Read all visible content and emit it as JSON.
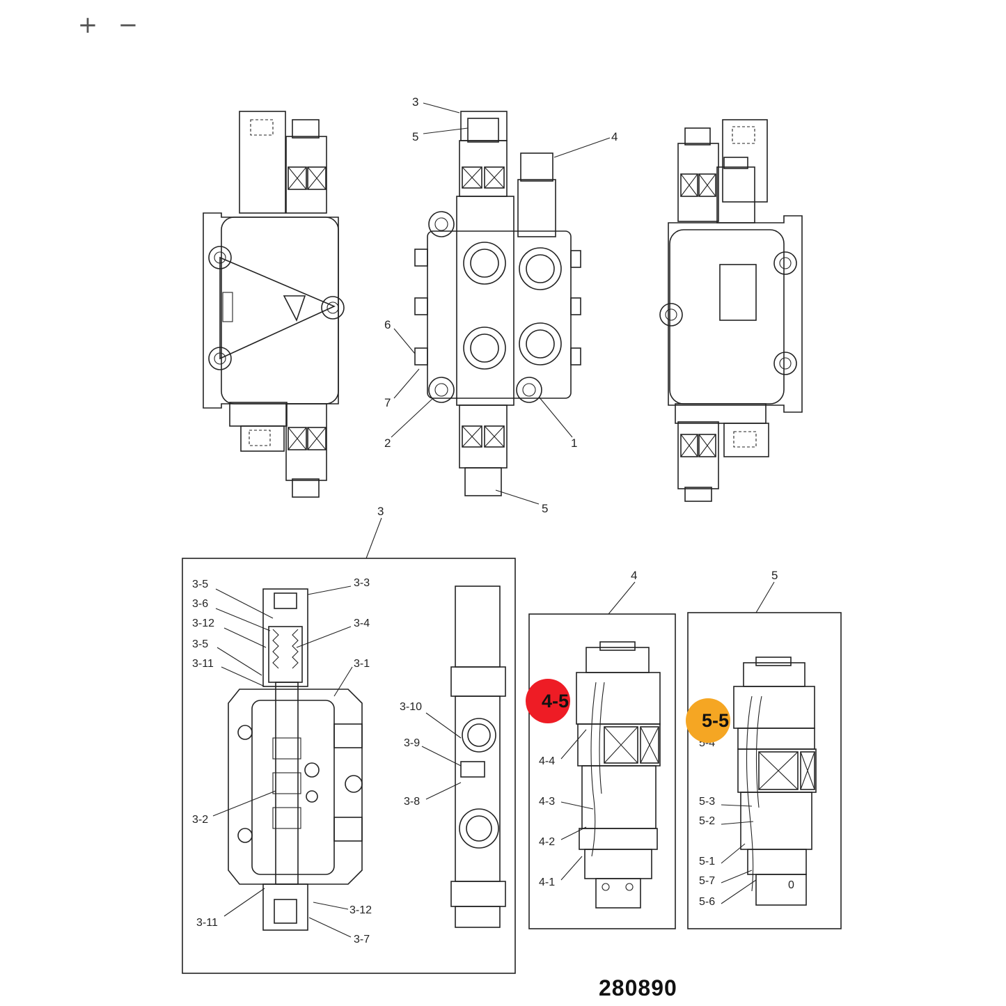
{
  "zoom": {
    "zoom_in": "+",
    "zoom_out": "−"
  },
  "part_number": "280890",
  "callouts_top": {
    "c3": "3",
    "c5a": "5",
    "c4": "4",
    "c6": "6",
    "c7": "7",
    "c2": "2",
    "c1": "1",
    "c5b": "5"
  },
  "section_labels": {
    "s3": "3",
    "s4": "4",
    "s5": "5"
  },
  "detail3": {
    "l35a": "3-5",
    "l36": "3-6",
    "l312a": "3-12",
    "l35b": "3-5",
    "l311a": "3-11",
    "l33": "3-3",
    "l34": "3-4",
    "l31": "3-1",
    "l32": "3-2",
    "l311b": "3-11",
    "l312b": "3-12",
    "l37": "3-7",
    "l310": "3-10",
    "l39": "3-9",
    "l38": "3-8"
  },
  "detail4": {
    "l44": "4-4",
    "l43": "4-3",
    "l42": "4-2",
    "l41": "4-1"
  },
  "detail5": {
    "l53": "5-3",
    "l52": "5-2",
    "l51": "5-1",
    "l57": "5-7",
    "l56": "5-6",
    "l54": "5-4"
  },
  "hotspots": {
    "h45": {
      "label": "4-5",
      "color": "#ee1c25"
    },
    "h55": {
      "label": "5-5",
      "color": "#f5a623"
    }
  }
}
